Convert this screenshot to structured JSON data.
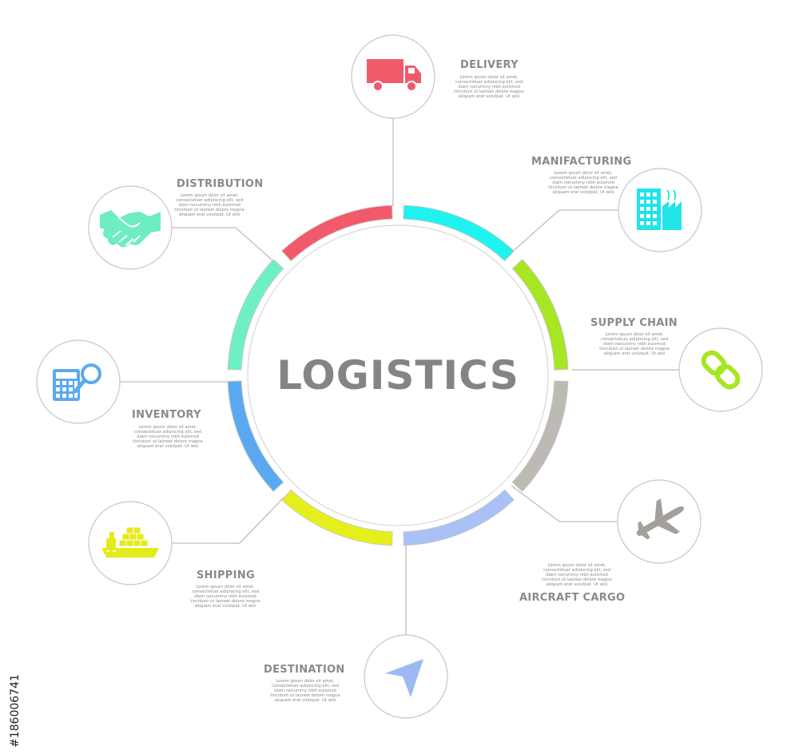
{
  "center": {
    "title": "LOGISTICS"
  },
  "colors": {
    "line": "#bdbdbd",
    "delivery": "#f15a6a",
    "manufacturing": "#20f2f0",
    "supply_chain": "#a6e622",
    "aircraft_cargo": "#bdb9b3",
    "destination": "#a9c1f7",
    "shipping": "#e5f01a",
    "inventory": "#5aa9f0",
    "distribution": "#6df0c4"
  },
  "nodes": [
    {
      "key": "delivery",
      "title": "DELIVERY",
      "icon": "truck-icon",
      "body": [
        "Lorem ipsum dolor sit amet,",
        "consectetuer adipiscing elit, sed",
        "diam nonummy nibh euismod",
        "tincidunt ut laoreet dolore magna",
        "aliquam erat volutpat. Ut wisi"
      ]
    },
    {
      "key": "manufacturing",
      "title": "MANIFACTURING",
      "icon": "factory-icon",
      "body": [
        "Lorem ipsum dolor sit amet,",
        "consectetuer adipiscing elit, sed",
        "diam nonummy nibh euismod",
        "tincidunt ut laoreet dolore magna",
        "aliquam erat volutpat. Ut wisi"
      ]
    },
    {
      "key": "supply_chain",
      "title": "SUPPLY CHAIN",
      "icon": "chain-link-icon",
      "body": [
        "Lorem ipsum dolor sit amet,",
        "consectetuer adipiscing elit, sed",
        "diam nonummy nibh euismod",
        "tincidunt ut laoreet dolore magna",
        "aliquam erat volutpat. Ut wisi"
      ]
    },
    {
      "key": "aircraft_cargo",
      "title": "AIRCRAFT CARGO",
      "icon": "airplane-icon",
      "body": [
        "Lorem ipsum dolor sit amet,",
        "consectetuer adipiscing elit, sed",
        "diam nonummy nibh euismod",
        "tincidunt ut laoreet dolore magna",
        "aliquam erat volutpat. Ut wisi"
      ]
    },
    {
      "key": "destination",
      "title": "DESTINATION",
      "icon": "navigation-arrow-icon",
      "body": [
        "Lorem ipsum dolor sit amet,",
        "consectetuer adipiscing elit, sed",
        "diam nonummy nibh euismod",
        "tincidunt ut laoreet dolore magna",
        "aliquam erat volutpat. Ut wisi"
      ]
    },
    {
      "key": "shipping",
      "title": "SHIPPING",
      "icon": "cargo-ship-icon",
      "body": [
        "Lorem ipsum dolor sit amet,",
        "consectetuer adipiscing elit, sed",
        "diam nonummy nibh euismod",
        "tincidunt ut laoreet dolore magna",
        "aliquam erat volutpat. Ut wisi"
      ]
    },
    {
      "key": "inventory",
      "title": "INVENTORY",
      "icon": "calculator-search-icon",
      "body": [
        "Lorem ipsum dolor sit amet,",
        "consectetuer adipiscing elit, sed",
        "diam nonummy nibh euismod",
        "tincidunt ut laoreet dolore magna",
        "aliquam erat volutpat. Ut wisi"
      ]
    },
    {
      "key": "distribution",
      "title": "DISTRIBUTION",
      "icon": "handshake-icon",
      "body": [
        "Lorem ipsum dolor sit amet,",
        "consectetuer adipiscing elit, sed",
        "diam nonummy nibh euismod",
        "tincidunt ut laoreet dolore magna",
        "aliquam erat volutpat. Ut wisi"
      ]
    }
  ],
  "watermark": {
    "text": "#186006741"
  }
}
